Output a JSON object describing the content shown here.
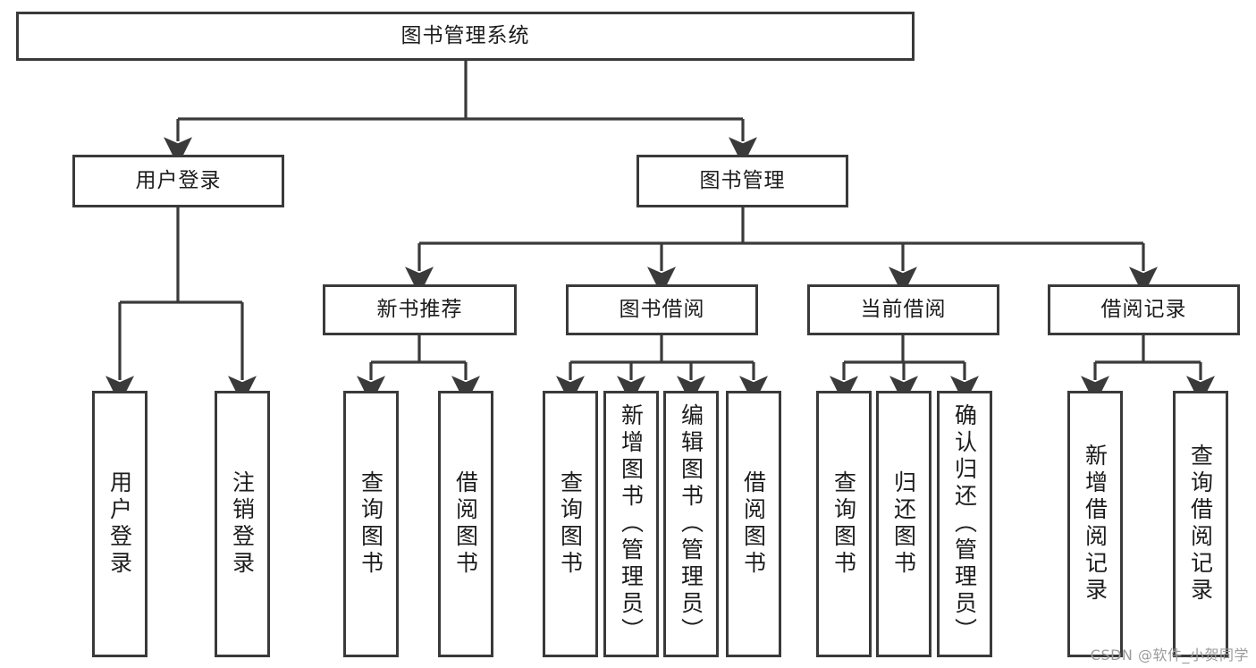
{
  "diagram": {
    "title": "图书管理系统",
    "watermark": "CSDN @软件_小贺同学",
    "line_color": "#3a3a3a",
    "box_fill": "#ffffff",
    "text_color": "#1c1c1c",
    "watermark_color": "#9b9b9b",
    "type": "tree-hierarchy",
    "root": {
      "label": "图书管理系统"
    },
    "level2": [
      {
        "label": "用户登录"
      },
      {
        "label": "图书管理"
      }
    ],
    "level3": [
      {
        "label": "新书推荐"
      },
      {
        "label": "图书借阅"
      },
      {
        "label": "当前借阅"
      },
      {
        "label": "借阅记录"
      }
    ],
    "leaves": {
      "user_login": [
        {
          "label": "用户登录"
        },
        {
          "label": "注销登录"
        }
      ],
      "new_book_recommend": [
        {
          "label": "查询图书"
        },
        {
          "label": "借阅图书"
        }
      ],
      "book_borrow": [
        {
          "label": "查询图书"
        },
        {
          "label": "新增图书（管理员）"
        },
        {
          "label": "编辑图书（管理员）"
        },
        {
          "label": "借阅图书"
        }
      ],
      "current_borrow": [
        {
          "label": "查询图书"
        },
        {
          "label": "归还图书"
        },
        {
          "label": "确认归还（管理员）"
        }
      ],
      "borrow_record": [
        {
          "label": "新增借阅记录"
        },
        {
          "label": "查询借阅记录"
        }
      ]
    }
  }
}
